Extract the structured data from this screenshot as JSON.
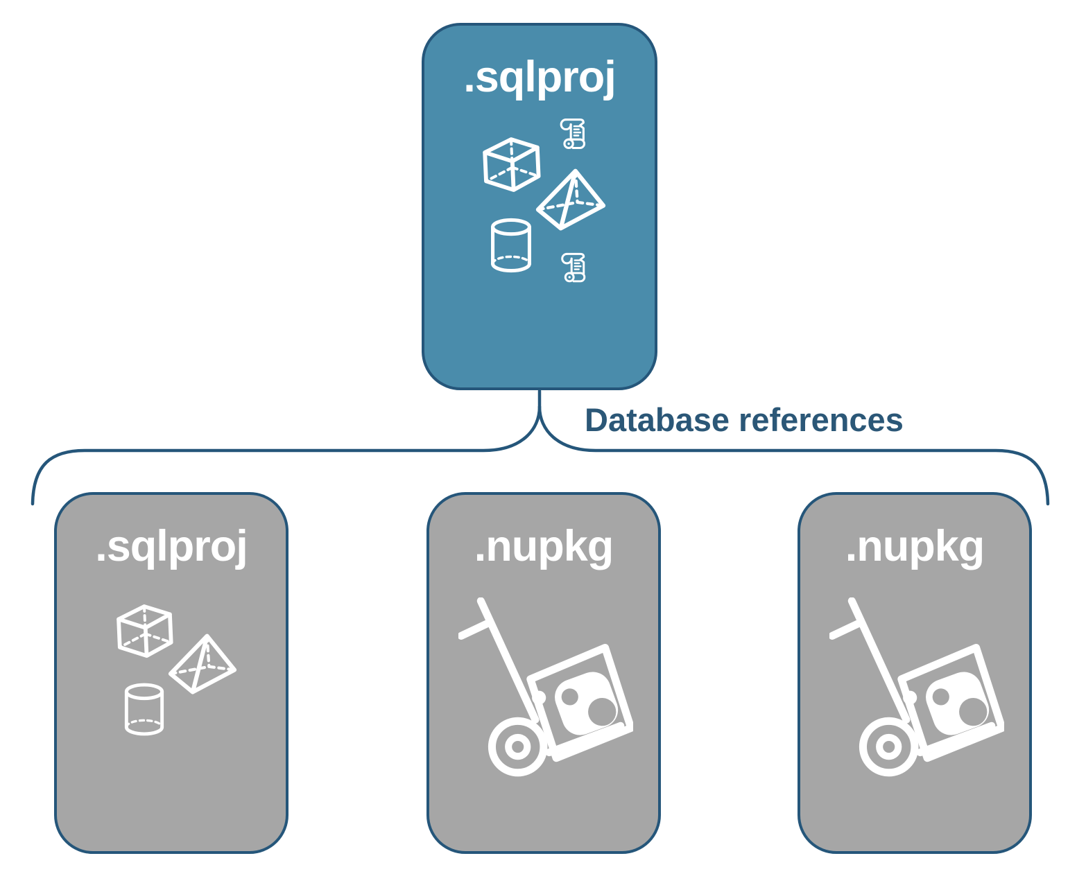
{
  "diagram": {
    "root_box": {
      "label": ".sqlproj",
      "icons": [
        "cube-icon",
        "script-scroll-icon",
        "pyramid-icon",
        "cylinder-icon",
        "script-scroll-icon"
      ]
    },
    "connector": {
      "label": "Database references",
      "shape": "horizontal-curly-brace"
    },
    "child_boxes": [
      {
        "label": ".sqlproj",
        "icons": [
          "cube-icon",
          "pyramid-icon",
          "cylinder-icon"
        ]
      },
      {
        "label": ".nupkg",
        "icons": [
          "package-dolly-icon"
        ]
      },
      {
        "label": ".nupkg",
        "icons": [
          "package-dolly-icon"
        ]
      }
    ]
  },
  "colors": {
    "root_box_fill": "#4a8cab",
    "child_box_fill": "#a6a6a6",
    "box_border": "#25567a",
    "connector_stroke": "#25567a",
    "connector_label_text": "#2b5777",
    "icon_stroke": "#ffffff",
    "background": "#ffffff"
  }
}
